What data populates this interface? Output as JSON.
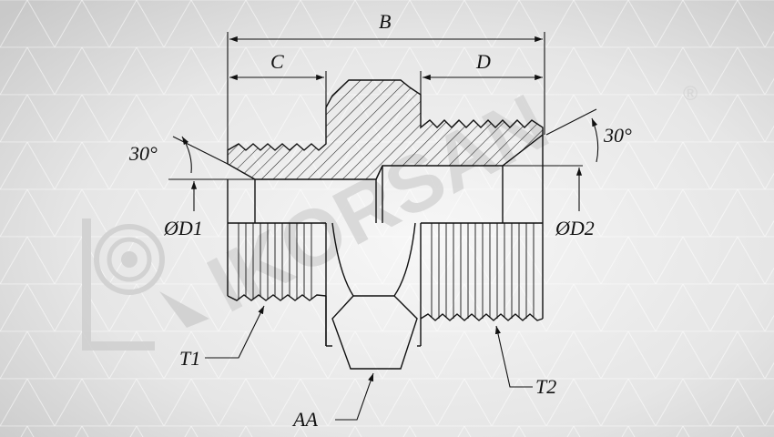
{
  "drawing": {
    "dimensions": {
      "overall_length": "B",
      "left_length": "C",
      "right_length": "D",
      "left_diameter": "ØD1",
      "right_diameter": "ØD2",
      "left_angle": "30°",
      "right_angle": "30°",
      "left_thread": "T1",
      "right_thread": "T2",
      "hex_size": "AA"
    }
  },
  "watermark": {
    "brand": "IKORSAN",
    "registered_mark": "®"
  },
  "colors": {
    "line": "#111111",
    "watermark": "#d2d2d2",
    "background_light": "#f4f4f4",
    "background_dark": "#c8c8c8"
  }
}
